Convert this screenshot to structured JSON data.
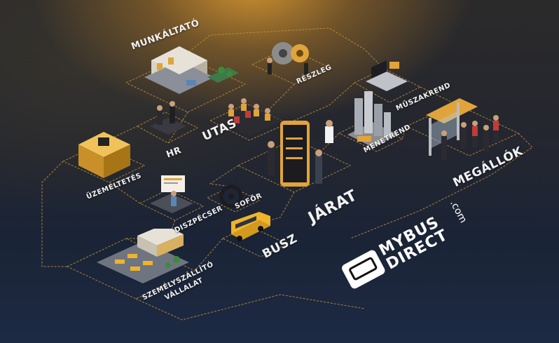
{
  "nodes": {
    "munkaltato": "MUNKÁLTATÓ",
    "reszleg": "RÉSZLEG",
    "muszakrend": "MŰSZAKREND",
    "utas": "UTAS",
    "hr": "HR",
    "menetrend": "MENETREND",
    "megallok": "MEGÁLLÓK",
    "uzemeltetes": "ÜZEMELTETÉS",
    "jarat": "JÁRAT",
    "sofor": "SOFŐR",
    "diszpecser": "DISZPÉCSER",
    "busz": "BUSZ",
    "szemelyszallito_1": "SZEMÉLYSZÁLLÍTÓ",
    "szemelyszallito_2": "VÁLLALAT"
  },
  "logo": {
    "line1": "MYBUS",
    "line2": "DIRECT",
    "suffix": ".com"
  },
  "colors": {
    "accent": "#e1a43a",
    "line": "#c99236",
    "text": "#f2f2f2",
    "bus": "#f0b429"
  }
}
